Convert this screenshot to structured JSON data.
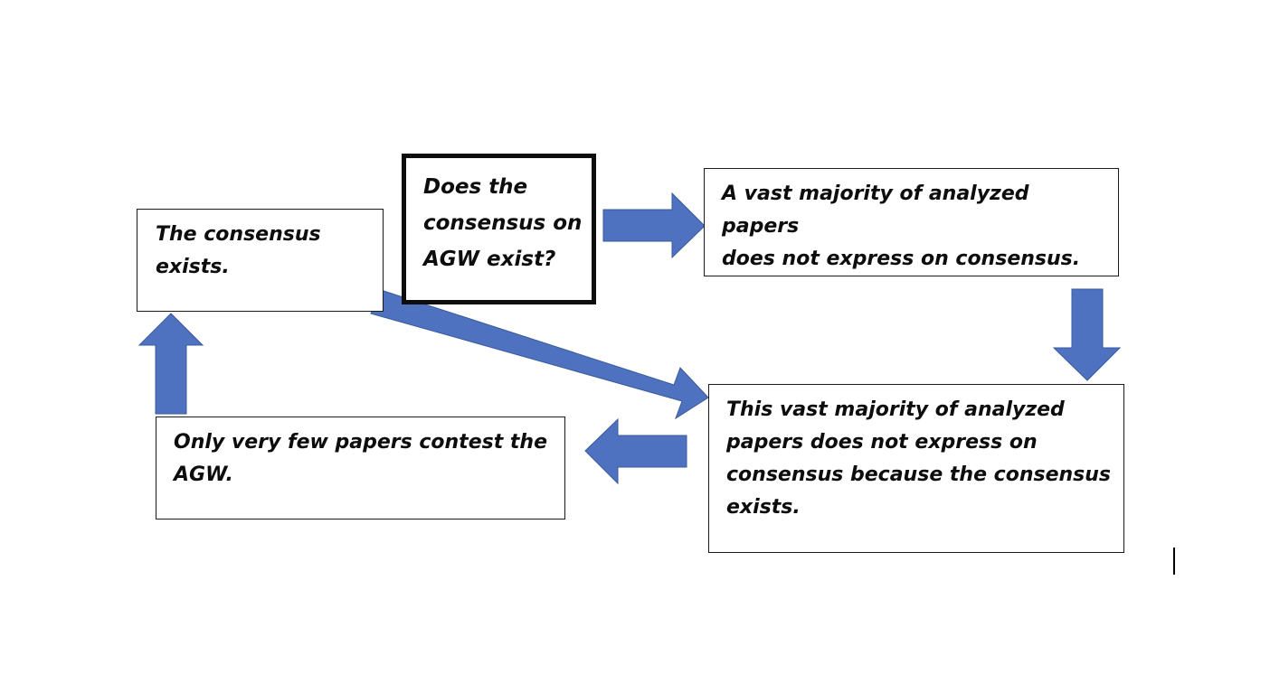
{
  "colors": {
    "arrow_fill": "#4f72c0",
    "arrow_stroke": "#3a5a9c",
    "box_border": "#1a1a1a"
  },
  "boxes": {
    "consensus_exists": "The consensus\nexists.",
    "question": "Does the\nconsensus on\nAGW exist?",
    "vast_majority": "A vast majority of analyzed papers\ndoes not express on consensus.",
    "because_consensus": "This vast majority of analyzed\npapers does not express on\nconsensus because the consensus\nexists.",
    "few_papers": "Only very few papers contest the\nAGW."
  },
  "arrows": [
    {
      "id": "question-to-vast",
      "direction": "right"
    },
    {
      "id": "vast-to-because",
      "direction": "down"
    },
    {
      "id": "because-to-few",
      "direction": "left"
    },
    {
      "id": "few-to-exists",
      "direction": "up"
    },
    {
      "id": "exists-to-because",
      "direction": "diagonal-down-right"
    }
  ],
  "icons": {
    "text_cursor": "text-cursor-icon"
  }
}
